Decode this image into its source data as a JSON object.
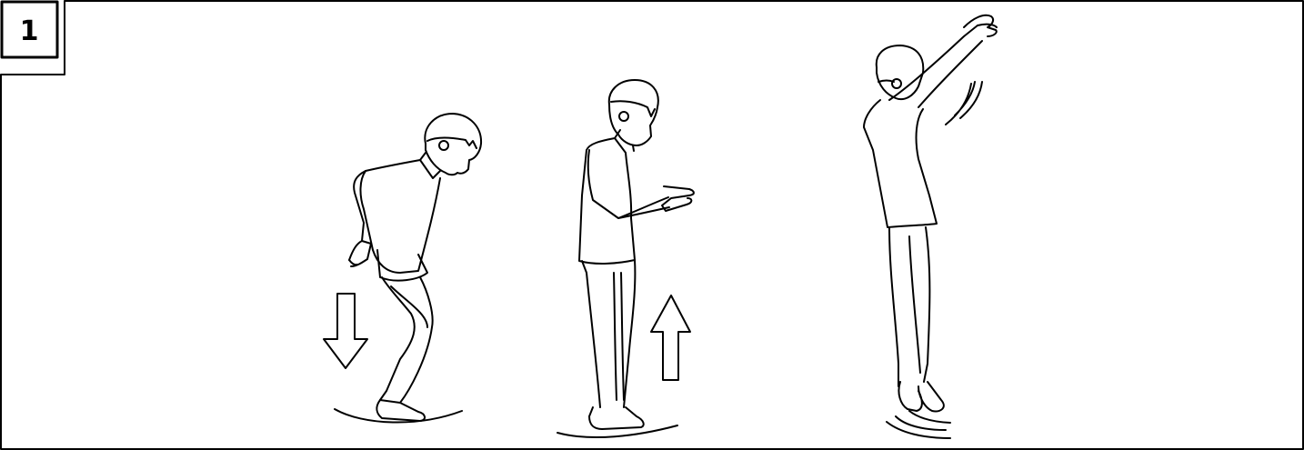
{
  "step": {
    "number": "1"
  },
  "colors": {
    "stroke": "#000000",
    "background": "#ffffff"
  },
  "figures": [
    {
      "name": "crouching-figure",
      "pose": "crouch",
      "arrow": "down"
    },
    {
      "name": "rising-figure",
      "pose": "rise",
      "arrow": "up"
    },
    {
      "name": "jumping-figure",
      "pose": "jump",
      "arrow": "none"
    }
  ]
}
